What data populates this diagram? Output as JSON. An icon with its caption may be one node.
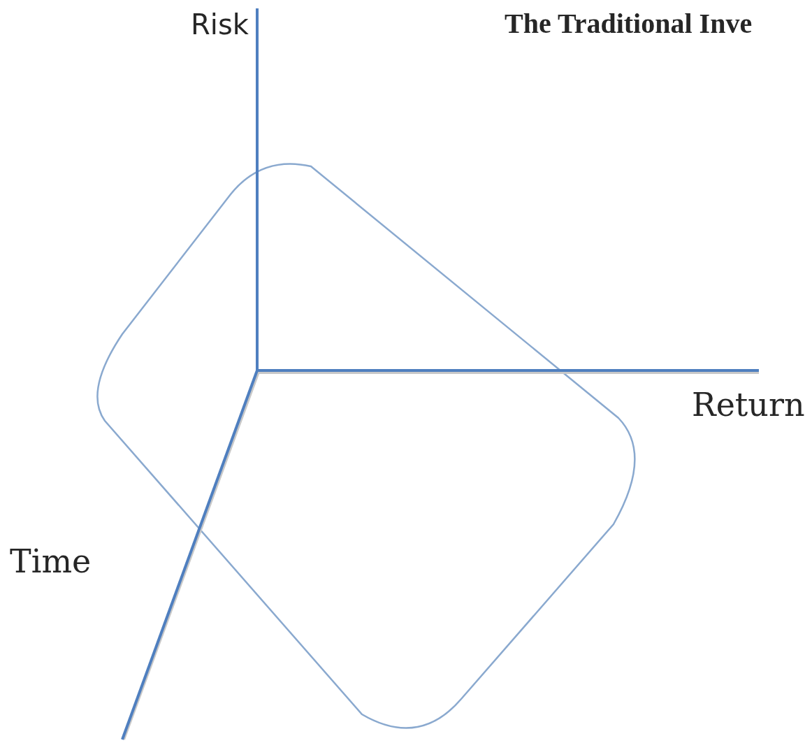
{
  "diagram": {
    "title": "The Traditional Inve",
    "labels": [
      "Risk",
      "Return",
      "Time"
    ]
  }
}
